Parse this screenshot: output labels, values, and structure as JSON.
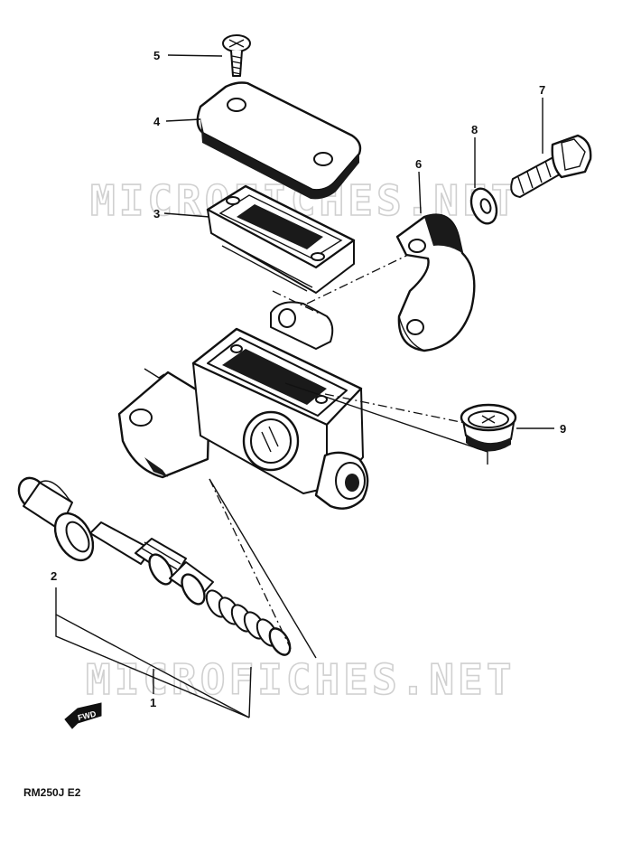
{
  "watermark": "MICROFICHES.NET",
  "model_code": "RM250J E2",
  "fwd_label": "FWD",
  "callouts": [
    "1",
    "2",
    "3",
    "4",
    "5",
    "6",
    "7",
    "8",
    "9"
  ]
}
